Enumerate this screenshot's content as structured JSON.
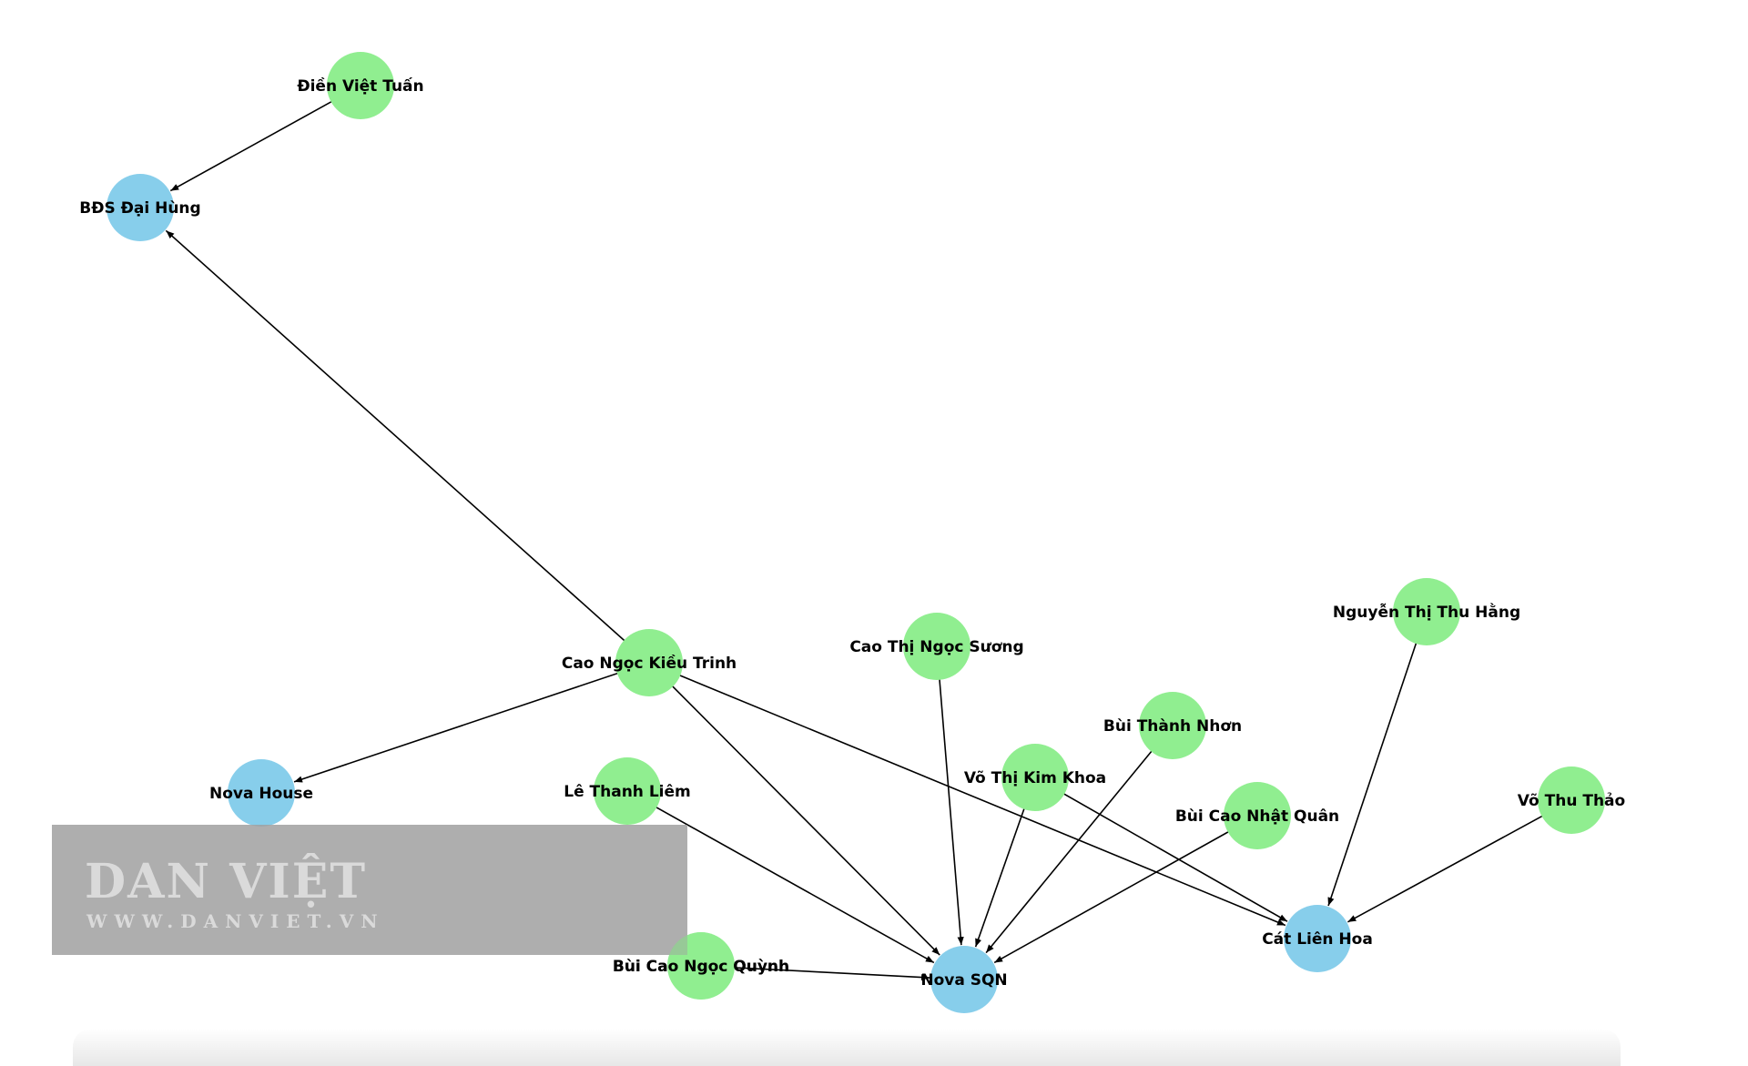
{
  "graph": {
    "nodes": [
      {
        "id": "dien-viet-tuan",
        "label": "Điền Việt Tuấn",
        "type": "person"
      },
      {
        "id": "bds-dai-hung",
        "label": "BĐS Đại Hùng",
        "type": "company"
      },
      {
        "id": "cao-ngoc-kieu-trinh",
        "label": "Cao Ngọc Kiều Trinh",
        "type": "person"
      },
      {
        "id": "cao-thi-ngoc-suong",
        "label": "Cao Thị Ngọc Sương",
        "type": "person"
      },
      {
        "id": "nguyen-thi-thu-hang",
        "label": "Nguyễn Thị Thu Hằng",
        "type": "person"
      },
      {
        "id": "bui-thanh-nhon",
        "label": "Bùi Thành Nhơn",
        "type": "person"
      },
      {
        "id": "vo-thi-kim-khoa",
        "label": "Võ Thị Kim Khoa",
        "type": "person"
      },
      {
        "id": "nova-house",
        "label": "Nova House",
        "type": "company"
      },
      {
        "id": "le-thanh-liem",
        "label": "Lê Thanh Liêm",
        "type": "person"
      },
      {
        "id": "bui-cao-nhat-quan",
        "label": "Bùi Cao Nhật Quân",
        "type": "person"
      },
      {
        "id": "vo-thu-thao",
        "label": "Võ Thu Thảo",
        "type": "person"
      },
      {
        "id": "cat-lien-hoa",
        "label": "Cát Liên Hoa",
        "type": "company"
      },
      {
        "id": "bui-cao-ngoc-quynh",
        "label": "Bùi Cao Ngọc Quỳnh",
        "type": "person"
      },
      {
        "id": "nova-sqn",
        "label": "Nova SQN",
        "type": "company"
      }
    ],
    "edges": [
      {
        "from": "dien-viet-tuan",
        "to": "bds-dai-hung"
      },
      {
        "from": "cao-ngoc-kieu-trinh",
        "to": "bds-dai-hung"
      },
      {
        "from": "cao-ngoc-kieu-trinh",
        "to": "nova-house"
      },
      {
        "from": "cao-ngoc-kieu-trinh",
        "to": "nova-sqn"
      },
      {
        "from": "cao-ngoc-kieu-trinh",
        "to": "cat-lien-hoa"
      },
      {
        "from": "cao-thi-ngoc-suong",
        "to": "nova-sqn"
      },
      {
        "from": "bui-thanh-nhon",
        "to": "nova-sqn"
      },
      {
        "from": "vo-thi-kim-khoa",
        "to": "nova-sqn"
      },
      {
        "from": "vo-thi-kim-khoa",
        "to": "cat-lien-hoa"
      },
      {
        "from": "le-thanh-liem",
        "to": "nova-sqn"
      },
      {
        "from": "bui-cao-nhat-quan",
        "to": "nova-sqn"
      },
      {
        "from": "nguyen-thi-thu-hang",
        "to": "cat-lien-hoa"
      },
      {
        "from": "vo-thu-thao",
        "to": "cat-lien-hoa"
      },
      {
        "from": "bui-cao-ngoc-quynh",
        "to": "nova-sqn"
      }
    ]
  },
  "colors": {
    "person": "#90ee90",
    "company": "#87ceeb",
    "edge": "#000000",
    "watermark_bg": "#a0a0a0"
  },
  "watermark": {
    "logo": "DAN VIỆT",
    "url": "WWW.DANVIET.VN"
  }
}
